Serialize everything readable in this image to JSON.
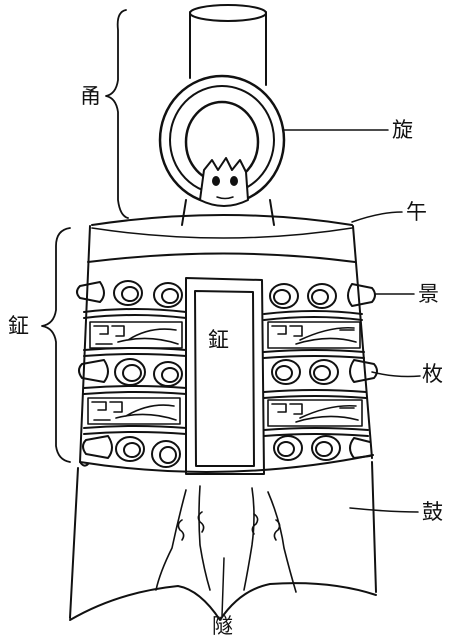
{
  "diagram": {
    "labels": {
      "yong": "甬",
      "xuan": "旋",
      "wu": "午",
      "zheng_side": "鉦",
      "zheng_center": "鉦",
      "jing": "景",
      "mei": "枚",
      "gu": "鼓",
      "sui": "隧"
    }
  }
}
